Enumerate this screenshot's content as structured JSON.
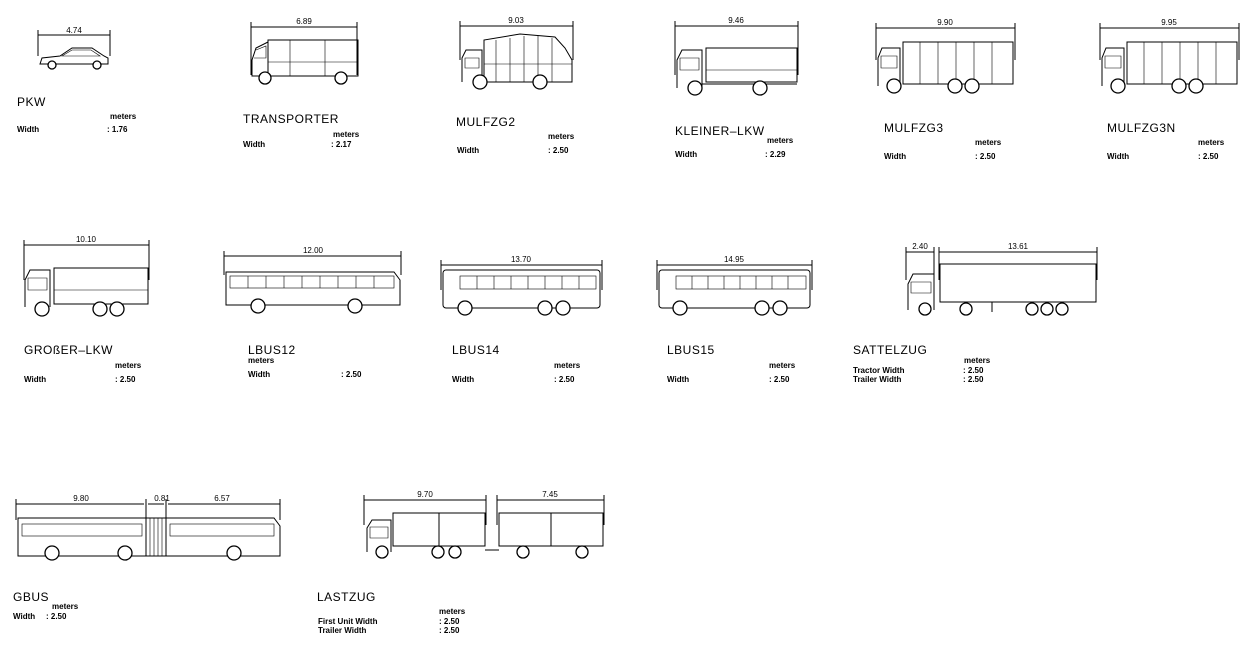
{
  "units_label": "meters",
  "vehicles": [
    {
      "name": "PKW",
      "dims": [
        "4.74"
      ],
      "widths": [
        {
          "label": "Width",
          "value": ": 1.76"
        }
      ]
    },
    {
      "name": "TRANSPORTER",
      "dims": [
        "6.89"
      ],
      "widths": [
        {
          "label": "Width",
          "value": ": 2.17"
        }
      ]
    },
    {
      "name": "MULFZG2",
      "dims": [
        "9.03"
      ],
      "widths": [
        {
          "label": "Width",
          "value": ": 2.50"
        }
      ]
    },
    {
      "name": "KLEINER–LKW",
      "dims": [
        "9.46"
      ],
      "widths": [
        {
          "label": "Width",
          "value": ": 2.29"
        }
      ]
    },
    {
      "name": "MULFZG3",
      "dims": [
        "9.90"
      ],
      "widths": [
        {
          "label": "Width",
          "value": ": 2.50"
        }
      ]
    },
    {
      "name": "MULFZG3N",
      "dims": [
        "9.95"
      ],
      "widths": [
        {
          "label": "Width",
          "value": ": 2.50"
        }
      ]
    },
    {
      "name": "GROßER–LKW",
      "dims": [
        "10.10"
      ],
      "widths": [
        {
          "label": "Width",
          "value": ": 2.50"
        }
      ]
    },
    {
      "name": "LBUS12",
      "dims": [
        "12.00"
      ],
      "widths": [
        {
          "label": "Width",
          "value": ": 2.50"
        }
      ]
    },
    {
      "name": "LBUS14",
      "dims": [
        "13.70"
      ],
      "widths": [
        {
          "label": "Width",
          "value": ": 2.50"
        }
      ]
    },
    {
      "name": "LBUS15",
      "dims": [
        "14.95"
      ],
      "widths": [
        {
          "label": "Width",
          "value": ": 2.50"
        }
      ]
    },
    {
      "name": "SATTELZUG",
      "dims": [
        "2.40",
        "13.61"
      ],
      "widths": [
        {
          "label": "Tractor Width",
          "value": ": 2.50"
        },
        {
          "label": "Trailer Width",
          "value": ": 2.50"
        }
      ]
    },
    {
      "name": "GBUS",
      "dims": [
        "9.80",
        "0.81",
        "6.57"
      ],
      "widths": [
        {
          "label": "Width",
          "value": ": 2.50"
        }
      ]
    },
    {
      "name": "LASTZUG",
      "dims": [
        "9.70",
        "7.45"
      ],
      "widths": [
        {
          "label": "First Unit Width",
          "value": ": 2.50"
        },
        {
          "label": "Trailer Width",
          "value": ": 2.50"
        }
      ]
    }
  ]
}
